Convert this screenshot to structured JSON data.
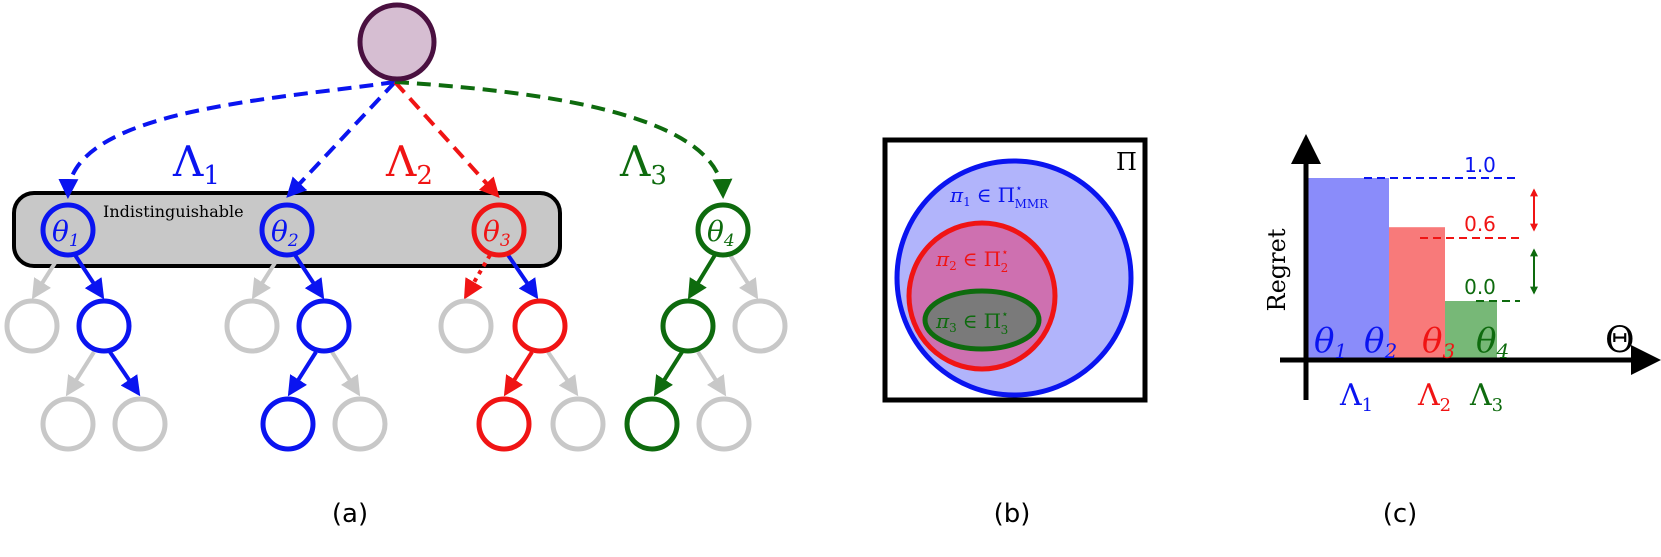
{
  "colors": {
    "root_fill": "#d6bed2",
    "root_stroke": "#4a1040",
    "blue": "#0a14f0",
    "red": "#f01414",
    "green": "#0e6b0e",
    "gray": "#c8c8c8",
    "box_fill": "#c8c8c8",
    "blue_fill": "#b1b4fb",
    "red_fill": "#ce70b0",
    "green_fill": "#7a7a7a",
    "bar_blue": "#8a8cfa",
    "bar_red": "#f87a7a",
    "bar_green": "#77b877"
  },
  "panel_a": {
    "caption": "(a)",
    "box_label": "Indistinguishable",
    "groups": [
      {
        "symbol": "Λ",
        "sub": "1",
        "color": "blue"
      },
      {
        "symbol": "Λ",
        "sub": "2",
        "color": "red"
      },
      {
        "symbol": "Λ",
        "sub": "3",
        "color": "green"
      }
    ],
    "thetas": [
      {
        "symbol": "θ",
        "sub": "1",
        "color": "blue"
      },
      {
        "symbol": "θ",
        "sub": "2",
        "color": "blue"
      },
      {
        "symbol": "θ",
        "sub": "3",
        "color": "red"
      },
      {
        "symbol": "θ",
        "sub": "4",
        "color": "green"
      }
    ]
  },
  "panel_b": {
    "caption": "(b)",
    "outer_label": "Π",
    "sets": [
      {
        "policy": "π",
        "policy_sub": "1",
        "set": "Π",
        "set_sup": "⋆",
        "set_sub": "MMR",
        "color": "blue"
      },
      {
        "policy": "π",
        "policy_sub": "2",
        "set": "Π",
        "set_sup": "⋆",
        "set_sub": "2",
        "color": "red"
      },
      {
        "policy": "π",
        "policy_sub": "3",
        "set": "Π",
        "set_sup": "⋆",
        "set_sub": "3",
        "color": "green"
      }
    ],
    "relation": "∈"
  },
  "panel_c": {
    "caption": "(c)",
    "ylabel": "Regret",
    "xlabel": "Θ",
    "ticks": [
      "1.0",
      "0.6",
      "0.0"
    ]
  },
  "chart_data": {
    "type": "bar",
    "ylabel": "Regret",
    "xlabel": "Θ",
    "categories": [
      "θ1",
      "θ2",
      "θ3",
      "θ4"
    ],
    "groups": [
      "Λ1",
      "Λ1",
      "Λ2",
      "Λ3"
    ],
    "value_labels": [
      "1.0",
      "0.6",
      "0.0"
    ],
    "values": [
      1.0,
      1.0,
      0.6,
      0.0
    ]
  }
}
